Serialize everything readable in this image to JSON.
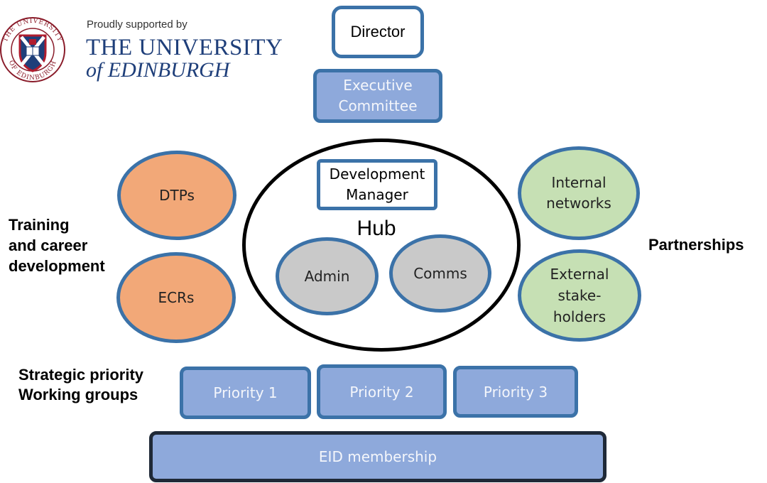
{
  "logo": {
    "supported_text": "Proudly supported by",
    "name_line1": "THE UNIVERSITY",
    "name_line2": "of EDINBURGH",
    "seal_ring_top": "THE UNIVERSITY",
    "seal_ring_bottom": "OF EDINBURGH"
  },
  "top": {
    "director": "Director",
    "executive_committee": "Executive\nCommittee"
  },
  "hub": {
    "title": "Hub",
    "development_manager": "Development\nManager",
    "admin": "Admin",
    "comms": "Comms"
  },
  "left": {
    "label": "Training\nand career\ndevelopment",
    "dtps": "DTPs",
    "ecrs": "ECRs"
  },
  "right": {
    "label": "Partnerships",
    "internal": "Internal\nnetworks",
    "external": "External\nstake-\nholders"
  },
  "working_groups": {
    "label": "Strategic priority\nWorking groups",
    "priorities": [
      "Priority 1",
      "Priority 2",
      "Priority 3"
    ]
  },
  "membership": "EID membership",
  "colors": {
    "border_blue": "#3b72a8",
    "box_fill": "#8ea9db",
    "orange": "#f2a878",
    "green": "#c6e0b4",
    "gray": "#c9c9c9",
    "crest_red": "#b01c2e",
    "crest_blue": "#1f3f7a"
  }
}
